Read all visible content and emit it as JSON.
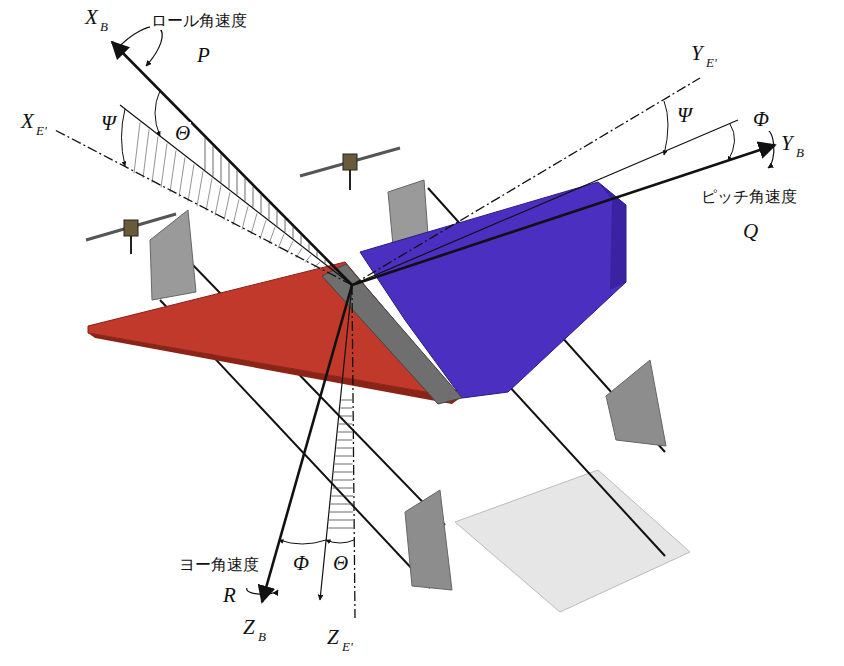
{
  "diagram": {
    "labels": [
      "ロール角速度",
      "P",
      "X",
      "B",
      "Θ",
      "Ψ",
      "X",
      "E'",
      "Y",
      "E'",
      "Ψ",
      "Φ",
      "Y",
      "B",
      "ピッチ角速度",
      "Q",
      "ヨー角速度",
      "R",
      "Φ",
      "Θ",
      "Z",
      "B",
      "Z",
      "E'"
    ]
  }
}
